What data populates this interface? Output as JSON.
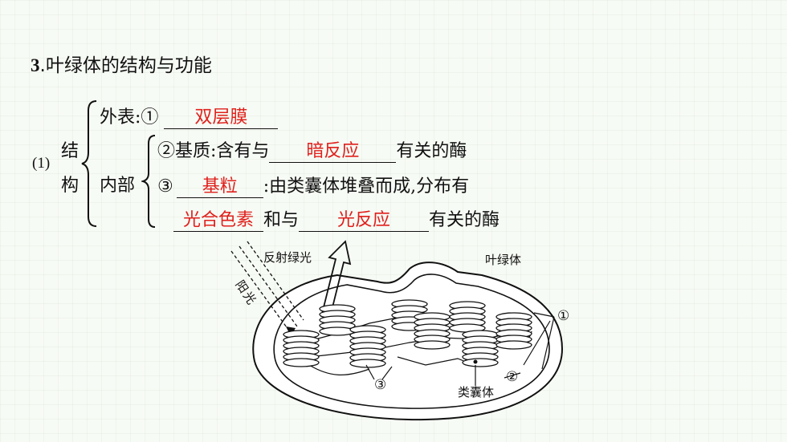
{
  "heading": {
    "number": "3",
    "dot": ".",
    "title": "叶绿体的结构与功能"
  },
  "structure": {
    "index": "(1)",
    "label_top": "结",
    "label_bottom": "构",
    "outer": {
      "label": "外表:",
      "marker": "①",
      "answer": "双层膜"
    },
    "inner": {
      "label": "内部",
      "stroma": {
        "prefix": "②基质:含有与",
        "answer": "暗反应",
        "suffix": "有关的酶"
      },
      "grana": {
        "marker": "③",
        "answer": "基粒",
        "suffix": ":由类囊体堆叠而成,分布有"
      },
      "grana2": {
        "answer1": "光合色素",
        "middle": "和与",
        "answer2": "光反应",
        "suffix": "有关的酶"
      }
    }
  },
  "diagram": {
    "label_reflect": "反射绿光",
    "label_chloroplast": "叶绿体",
    "label_sunlight": "阳光",
    "marker_1": "①",
    "marker_2": "②",
    "marker_3": "③",
    "label_thylakoid": "类囊体"
  }
}
